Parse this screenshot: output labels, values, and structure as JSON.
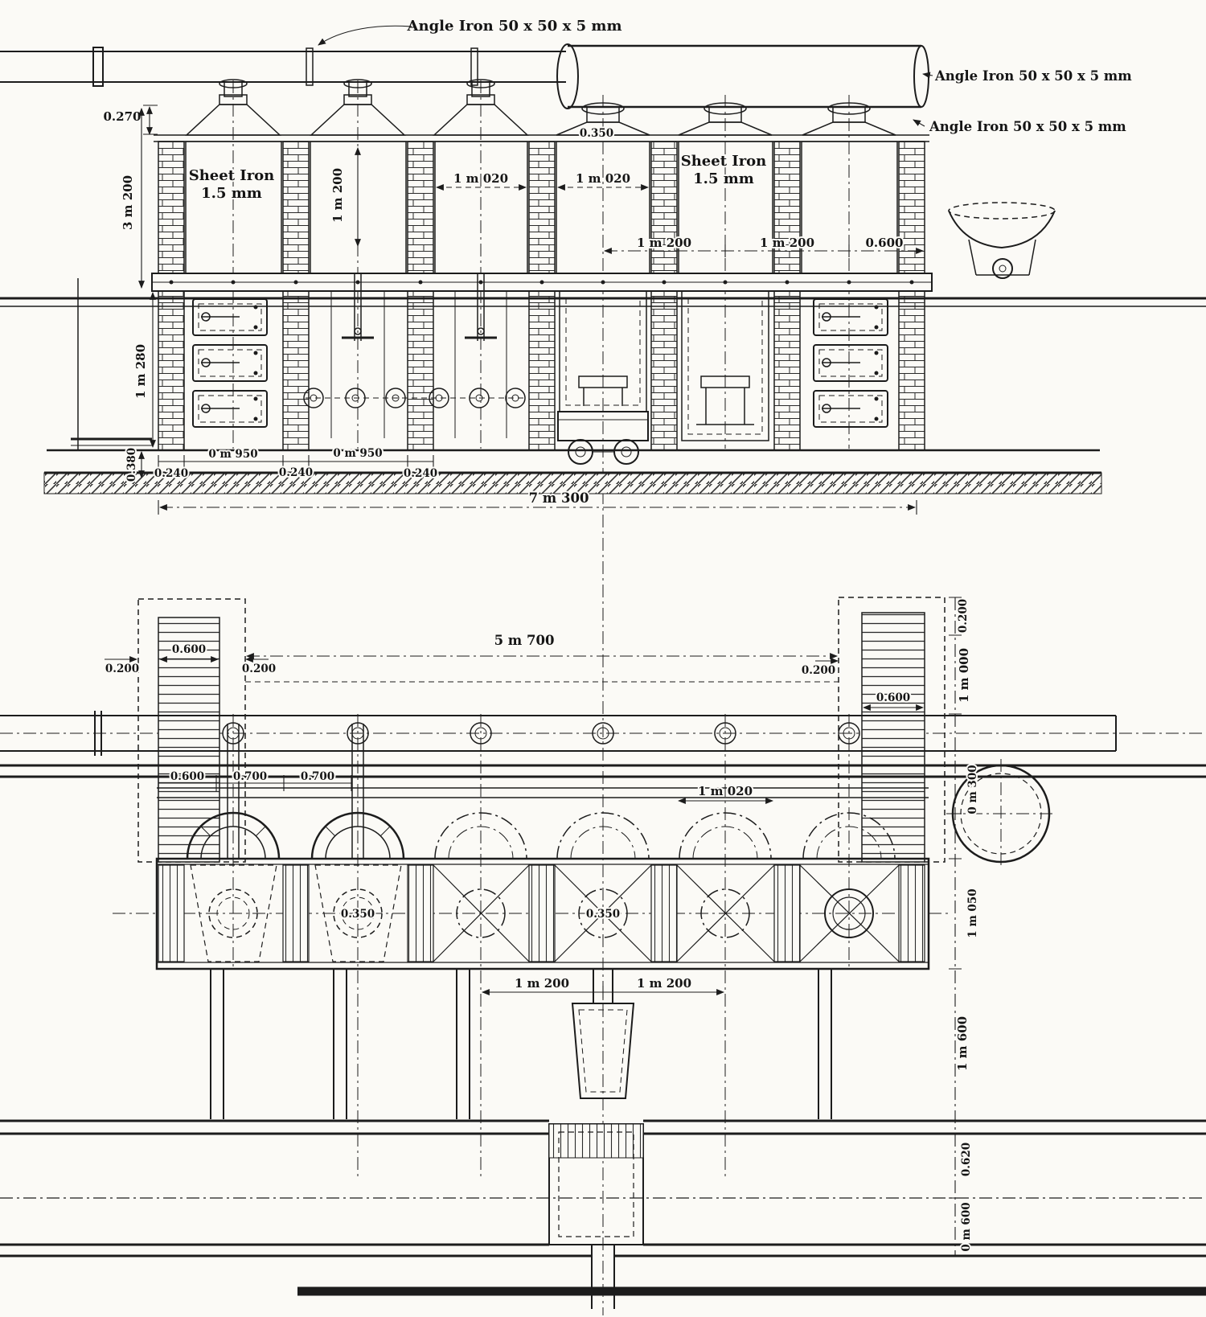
{
  "labels": {
    "angle_iron_top": "Angle Iron 50 x 50 x 5 mm",
    "angle_iron_right_upper": "Angle Iron 50 x 50 x 5 mm",
    "angle_iron_right_lower": "Angle Iron 50 x 50 x 5 mm",
    "sheet_iron_line1": "Sheet Iron",
    "sheet_iron_line2": "1.5 mm"
  },
  "elevation": {
    "dim_0270": "0.270",
    "dim_3m200": "3 m 200",
    "dim_1m280": "1 m 280",
    "dim_0380": "0.380",
    "dim_1m200_vert": "1 m 200",
    "dim_1m020_a": "1 m 020",
    "dim_1m020_b": "1 m 020",
    "dim_0350_neck": "0.350",
    "dim_1m200_h1": "1 m 200",
    "dim_1m200_h2": "1 m 200",
    "dim_0600": "0.600",
    "dim_0240_a": "0.240",
    "dim_0950_a": "0 m 950",
    "dim_0240_b": "0.240",
    "dim_0950_b": "0 m 950",
    "dim_0240_c": "0.240",
    "dim_7m300": "7 m 300"
  },
  "plan": {
    "dim_5m700": "5 m 700",
    "dim_0200_left_outer": "0.200",
    "dim_0600_left": "0.600",
    "dim_0200_left_inner": "0.200",
    "dim_0200_right_inner": "0.200",
    "dim_0600_right": "0.600",
    "dim_0200_right_outer": "0.200",
    "dim_1m000": "1 m 000",
    "dim_0600_flue": "0.600",
    "dim_0700_a": "0.700",
    "dim_0700_b": "0.700",
    "dim_1m020": "1 m 020",
    "dim_0350_a": "0.350",
    "dim_0350_b": "0.350",
    "dim_1m200_a": "1 m 200",
    "dim_1m200_b": "1 m 200",
    "dim_0m300": "0 m 300",
    "dim_1m050": "1 m 050",
    "dim_1m600": "1 m 600",
    "dim_0620": "0.620",
    "dim_0m600": "0 m 600"
  }
}
